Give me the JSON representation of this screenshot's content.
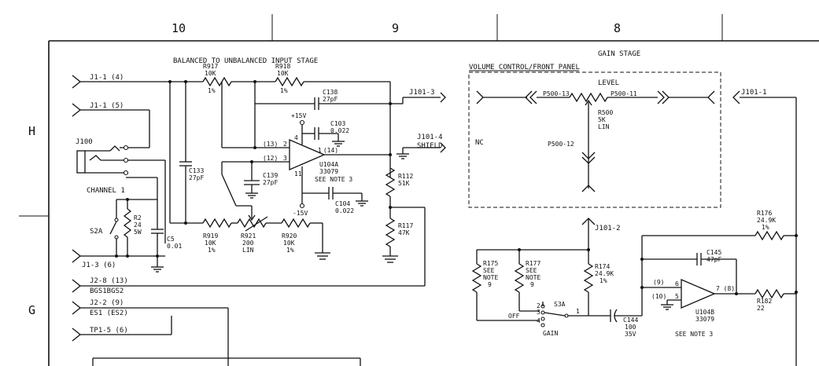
{
  "zones": [
    "10",
    "9",
    "8"
  ],
  "rows": [
    "H",
    "G"
  ],
  "titles": {
    "balanced": "BALANCED TO UNBALANCED INPUT STAGE",
    "gain_stage": "GAIN STAGE",
    "volume": "VOLUME CONTROL/FRONT PANEL",
    "level": "LEVEL"
  },
  "connectors": {
    "j1_1_4": "J1-1 (4)",
    "j1_1_5": "J1-1 (5)",
    "j100": "J100",
    "channel": "CHANNEL 1",
    "j1_3_6": "J1-3 (6)",
    "j2_8": "J2-8 (13)",
    "bgs": "BGS1BGS2",
    "j2_2": "J2-2 (9)",
    "es": "ES1 (ES2)",
    "tp1_5": "TP1-5 (6)",
    "j101_3": "J101-3",
    "j101_4": "J101-4",
    "shield": "SHIELD",
    "j101_1": "J101-1",
    "j101_2": "J101-2",
    "nc": "NC",
    "p500_13": "P500-13",
    "p500_11": "P500-11",
    "p500_12": "P500-12"
  },
  "parts": {
    "r917": [
      "R917",
      "10K",
      "1%"
    ],
    "r918": [
      "R918",
      "10K",
      "1%"
    ],
    "c138": [
      "C138",
      "27pF"
    ],
    "p15": "+15V",
    "m15": "-15V",
    "c103": [
      "C103",
      "0.022"
    ],
    "n13": "(13)",
    "n12": "(12)",
    "n14": "(14)",
    "pin2": "2",
    "pin3": "3",
    "pin4": "4",
    "pin1": "1",
    "pin11": "11",
    "u104a": [
      "U104A",
      "33079",
      "SEE NOTE 3"
    ],
    "c133": [
      "C133",
      "27pF"
    ],
    "c139": [
      "C139",
      "27pF"
    ],
    "c104": [
      "C104",
      "0.022"
    ],
    "r112": [
      "R112",
      "51K"
    ],
    "r117": [
      "R117",
      "47K"
    ],
    "s2a": "S2A",
    "r2": [
      "R2",
      "24",
      "5W"
    ],
    "c5": [
      "C5",
      "0.01"
    ],
    "r919": [
      "R919",
      "10K",
      "1%"
    ],
    "r921": [
      "R921",
      "200",
      "LIN"
    ],
    "r920": [
      "R920",
      "10K",
      "1%"
    ],
    "r500": [
      "R500",
      "5K",
      "LIN"
    ],
    "r175": [
      "R175",
      "SEE",
      "NOTE",
      "9"
    ],
    "r177": [
      "R177",
      "SEE",
      "NOTE",
      "9"
    ],
    "r174": [
      "R174",
      "24.9K",
      "1%"
    ],
    "s3a": "S3A",
    "off": "OFF",
    "gain": "GAIN",
    "s3_1": "1",
    "s3_2": "2",
    "s3_3": "3",
    "s3_4": "4",
    "c144": [
      "C144",
      "100",
      "35V"
    ],
    "c145": [
      "C145",
      "47pF"
    ],
    "r176": [
      "R176",
      "24.9K",
      "1%"
    ],
    "n9": "(9)",
    "n10": "(10)",
    "n8": "7 (8)",
    "pin6": "6",
    "pin5": "5",
    "u104b": [
      "U104B",
      "33079"
    ],
    "r182": [
      "R182",
      "22"
    ],
    "note3b": "SEE NOTE 3"
  }
}
